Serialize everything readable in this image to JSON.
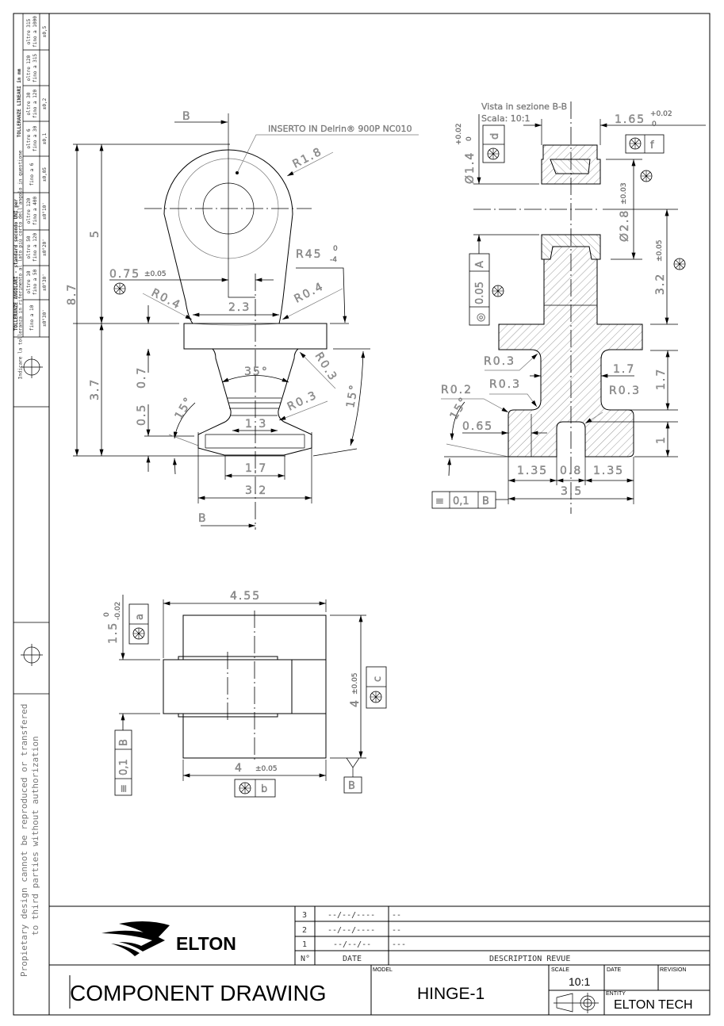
{
  "tolerance_table": {
    "linear_title": "TOLLERANZE LINEARI in mm",
    "linear_rows": [
      {
        "range_a": "oltre 315",
        "range_b": "fino a 1000",
        "value": "±0,5"
      },
      {
        "range_a": "oltre 120",
        "range_b": "fino a 315",
        "value": ""
      },
      {
        "range_a": "oltre 30",
        "range_b": "fino a 120",
        "value": "±0,2"
      },
      {
        "range_a": "oltre 6",
        "range_b": "fino a 30",
        "value": "±0,1"
      },
      {
        "range_a": "",
        "range_b": "fino a 6",
        "value": "±0,05"
      }
    ],
    "angular_title": "TOLLERANZE ANGOLARI - standard secondo UNI per",
    "angular_subtitle": "Indicare la tolleranza in riferimento al lato più corto dell'angolo in questione",
    "angular_rows": [
      {
        "range_a": "oltre 120",
        "range_b": "fino a 400",
        "value": "±0°10'"
      },
      {
        "range_a": "oltre 50",
        "range_b": "fino a 120",
        "value": "±0°20'"
      },
      {
        "range_a": "oltre 10",
        "range_b": "fino a 50",
        "value": "±0°30'"
      },
      {
        "range_a": "",
        "range_b": "fino a 10",
        "value": "±0°30'"
      }
    ]
  },
  "side_note": {
    "line1": "Propietary design cannot be reproduced or transfered",
    "line2": "to third parties without authorization"
  },
  "front_view": {
    "section_label": "B",
    "material_note": "INSERTO IN Delrin® 900P NC010",
    "dims": {
      "total_height": "8.7",
      "upper_height": "5",
      "lower_height": "3.7",
      "offset": "0.75",
      "offset_tol": "±0.05",
      "neck_width": "2.3",
      "fillet_left": "R0.4",
      "fillet_right": "R0.4",
      "outer_radius": "R1.8",
      "big_radius": "R45",
      "big_radius_tol_upper": "0",
      "big_radius_tol_lower": "-4",
      "flange_thickness": "0.7",
      "base_height": "0.5",
      "taper_angle": "35°",
      "fillet_upper": "R0.3",
      "fillet_lower": "R0.3",
      "angle_right": "15°",
      "angle_left": "15°",
      "waist_width": "1.3",
      "base_inner_width": "1.7",
      "base_width": "3.2"
    }
  },
  "section_view": {
    "title": "Vista in sezione B-B",
    "scale": "Scala:  10:1",
    "dims": {
      "top_width": "1.65",
      "top_width_tol_upper": "+0.02",
      "top_width_tol_lower": "0",
      "hole_dia": "Ø1.4",
      "hole_dia_tol_upper": "+0.02",
      "hole_dia_tol_lower": "0",
      "outer_dia": "Ø2.8",
      "outer_dia_tol": "±0.03",
      "height_upper": "3.2",
      "height_upper_tol": "±0.05",
      "fillet_1": "R0.3",
      "fillet_2": "R0.3",
      "fillet_3": "R0.2",
      "fillet_4": "R0.3",
      "neck_width": "1.7",
      "neck_height": "1.7",
      "foot_height": "1",
      "chamfer_offset": "0.65",
      "angle": "15°",
      "foot_left": "1.35",
      "slot": "0.8",
      "foot_right": "1.35",
      "total_width": "3.5"
    },
    "frames": {
      "f": {
        "symbol": "position",
        "label": "f"
      },
      "d": {
        "symbol": "position",
        "label": "d"
      },
      "concentricity": {
        "symbol": "◎",
        "value": "0.05",
        "datum": "A"
      },
      "symmetry": {
        "symbol": "≡",
        "value": "0,1",
        "datum": "B"
      }
    }
  },
  "bottom_view": {
    "dims": {
      "total_width": "4.55",
      "thickness": "1.5",
      "thickness_tol_upper": "0",
      "thickness_tol_lower": "-0.02",
      "height": "4",
      "height_tol": "±0.05",
      "width": "4",
      "width_tol": "±0.05"
    },
    "frames": {
      "a": {
        "label": "a"
      },
      "b": {
        "label": "b"
      },
      "c": {
        "label": "c"
      },
      "symmetry": {
        "symbol": "≡",
        "value": "0,1",
        "datum": "B"
      },
      "datum": "B"
    }
  },
  "title_block": {
    "logo_text": "ELTON",
    "revisions": [
      {
        "n": "3",
        "date": "--/--/----",
        "desc": "--"
      },
      {
        "n": "2",
        "date": "--/--/----",
        "desc": "--"
      },
      {
        "n": "1",
        "date": "--/--/--",
        "desc": "---"
      }
    ],
    "rev_headers": {
      "n": "N°",
      "date": "DATE",
      "desc": "DESCRIPTION REVUE"
    },
    "drawing_title": "COMPONENT DRAWING",
    "model_label": "MODEL",
    "model": "HINGE-1",
    "scale_label": "SCALE",
    "scale": "10:1",
    "date_label": "DATE",
    "date": "",
    "revision_label": "REVISION",
    "revision": "",
    "entity_label": "ENTITY",
    "entity": "ELTON TECH"
  }
}
